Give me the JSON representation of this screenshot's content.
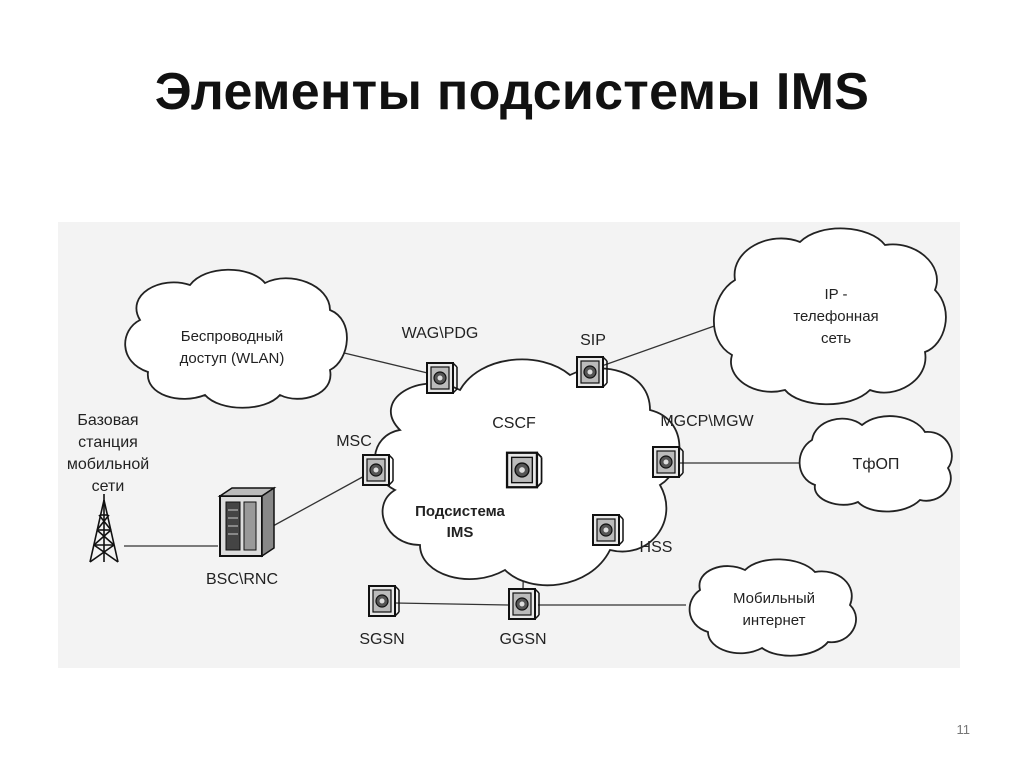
{
  "slide": {
    "title": "Элементы подсистемы IMS",
    "page_number": "11"
  },
  "diagram": {
    "clouds": {
      "wlan": [
        "Беспроводный",
        "доступ (WLAN)"
      ],
      "ip_net": [
        "IP -",
        "телефонная",
        "сеть"
      ],
      "pstn": [
        "ТфОП"
      ],
      "mobile_internet": [
        "Мобильный",
        "интернет"
      ],
      "ims": [
        "Подсистема",
        "IMS"
      ]
    },
    "nodes": {
      "wag_pdg": "WAG\\PDG",
      "sip": "SIP",
      "cscf": "CSCF",
      "msc": "MSC",
      "mgcp_mgw": "MGCP\\MGW",
      "hss": "HSS",
      "sgsn": "SGSN",
      "ggsn": "GGSN",
      "bsc_rnc": "BSC\\RNC"
    },
    "base_station": [
      "Базовая",
      "станция",
      "мобильной",
      "сети"
    ]
  }
}
